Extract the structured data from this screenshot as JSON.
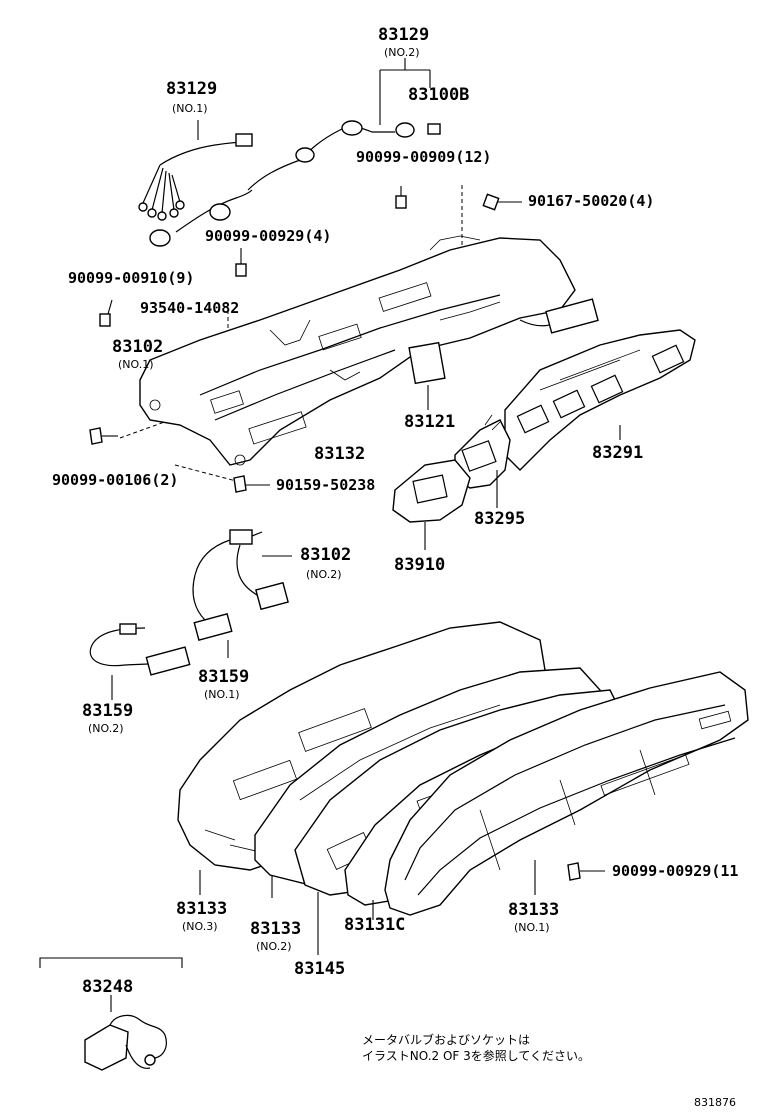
{
  "labels": {
    "l_83129_no2": {
      "part": "83129",
      "sub": "(NO.2)"
    },
    "l_83100b": {
      "part": "83100B"
    },
    "l_83129_no1": {
      "part": "83129",
      "sub": "(NO.1)"
    },
    "l_90099_00909": {
      "part": "90099-00909(12)"
    },
    "l_90167_50020": {
      "part": "90167-50020(4)"
    },
    "l_90099_00929_4": {
      "part": "90099-00929(4)"
    },
    "l_90099_00910": {
      "part": "90099-00910(9)"
    },
    "l_93540_14082": {
      "part": "93540-14082"
    },
    "l_83102_no1": {
      "part": "83102",
      "sub": "(NO.1)"
    },
    "l_83121": {
      "part": "83121"
    },
    "l_83132": {
      "part": "83132"
    },
    "l_83291": {
      "part": "83291"
    },
    "l_90099_00106": {
      "part": "90099-00106(2)"
    },
    "l_90159_50238": {
      "part": "90159-50238"
    },
    "l_83295": {
      "part": "83295"
    },
    "l_83910": {
      "part": "83910"
    },
    "l_83102_no2": {
      "part": "83102",
      "sub": "(NO.2)"
    },
    "l_83159_no1": {
      "part": "83159",
      "sub": "(NO.1)"
    },
    "l_83159_no2": {
      "part": "83159",
      "sub": "(NO.2)"
    },
    "l_90099_00929_11": {
      "part": "90099-00929(11"
    },
    "l_83133_no3": {
      "part": "83133",
      "sub": "(NO.3)"
    },
    "l_83133_no2": {
      "part": "83133",
      "sub": "(NO.2)"
    },
    "l_83131c": {
      "part": "83131C"
    },
    "l_83133_no1": {
      "part": "83133",
      "sub": "(NO.1)"
    },
    "l_83145": {
      "part": "83145"
    },
    "l_83248": {
      "part": "83248"
    }
  },
  "note": {
    "line1": "メータバルブおよびソケットは",
    "line2": "イラストNO.2 OF 3を参照してください。"
  },
  "diagram_code": "831876"
}
